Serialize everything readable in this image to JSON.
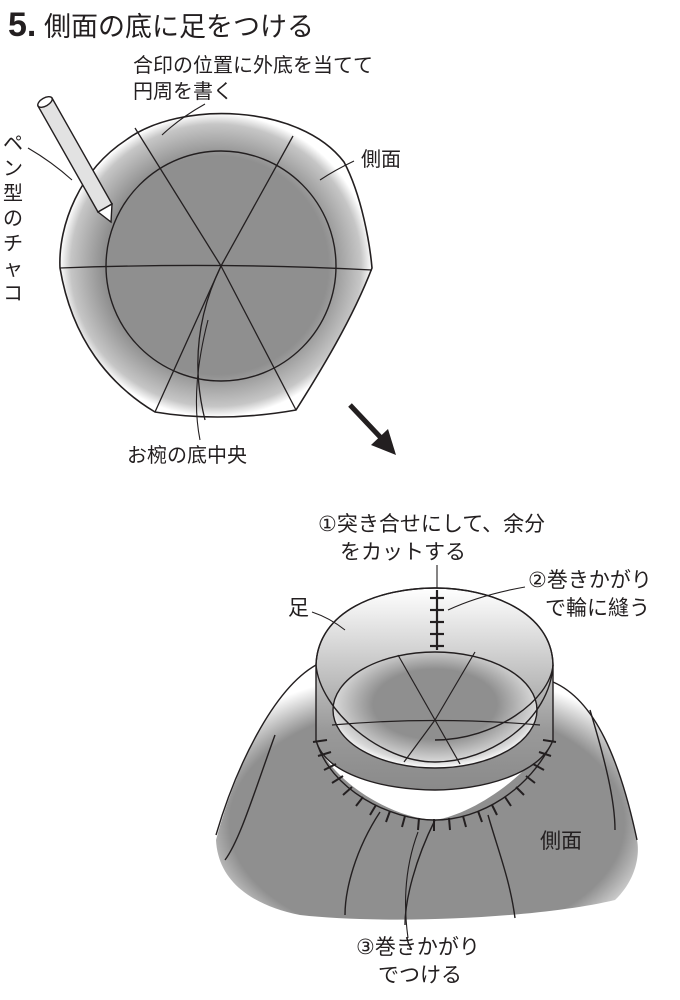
{
  "title": {
    "number": "5.",
    "text": "側面の底に足をつける"
  },
  "step1": {
    "label_mark_line1": "合印の位置に外底を当てて",
    "label_mark_line2": "円周を書く",
    "label_side": "側面",
    "label_pen_chars": [
      "ペ",
      "ン",
      "型",
      "の",
      "チ",
      "ャ",
      "コ"
    ],
    "label_center": "お椀の底中央"
  },
  "step2": {
    "label_butt_line1": "①突き合せにして、余分",
    "label_butt_line2": "をカットする",
    "label_whip_line1": "②巻きかがり",
    "label_whip_line2": "で輪に縫う",
    "label_foot": "足",
    "label_side": "側面",
    "label_attach_line1": "③巻きかがり",
    "label_attach_line2": "でつける"
  },
  "colors": {
    "ink": "#231f20",
    "shade": "#8f8f8f",
    "paper": "#ffffff"
  }
}
